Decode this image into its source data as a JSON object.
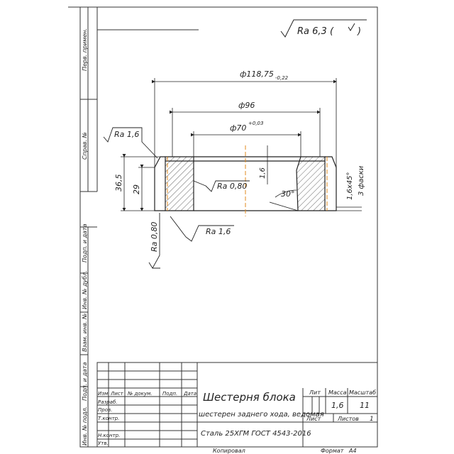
{
  "roughness_general": "Ra 6,3 (",
  "side_labels": {
    "perv_primen": "Перв. примен.",
    "sprav_no": "Справ. №",
    "podp_data_1": "Подп. и дата",
    "inv_dubl": "Инв. № дубл.",
    "vzam_inv": "Взам. инв. №",
    "podp_data_2": "Подп. и дата",
    "inv_podl": "Инв. № подл."
  },
  "dimensions": {
    "d_outer": "ф118,75",
    "d_outer_tol": "-0,22",
    "d_96": "ф96",
    "d_bore": "ф70",
    "d_bore_tol": "+0,03",
    "h_36_5": "36,5",
    "h_29": "29",
    "chamfer_1_6": "1,6",
    "angle_30": "30°",
    "chamfer_note": "1,6x45°",
    "chamfer_count": "3 фаски"
  },
  "roughness": {
    "r_top_left": "Ra 1,6",
    "r_bore": "Ra 0,80",
    "r_face": "Ra 1,6",
    "r_left": "Ra 0,80"
  },
  "title_block": {
    "col_izm": "Изм",
    "col_list": "Лист",
    "col_doc": "№ докум.",
    "col_podp": "Подп.",
    "col_data": "Дата",
    "row_razrab": "Разраб.",
    "row_prov": "Пров.",
    "row_tkontr": "Т.контр.",
    "row_nkontr": "Н.контр.",
    "row_utv": "Утв.",
    "title": "Шестерня блока",
    "subtitle": "шестерен заднего хода, ведомая",
    "material": "Сталь 25ХГМ ГОСТ 4543-2016",
    "lit_label": "Лит",
    "massa_label": "Масса",
    "masshtab_label": "Масштаб",
    "massa_value": "1,6",
    "masshtab_value": "11",
    "sheet_label": "Лист",
    "sheets_label": "Листов",
    "sheets_value": "1"
  },
  "footer": {
    "kopiroval": "Копировал",
    "format": "Формат",
    "format_value": "А4"
  }
}
